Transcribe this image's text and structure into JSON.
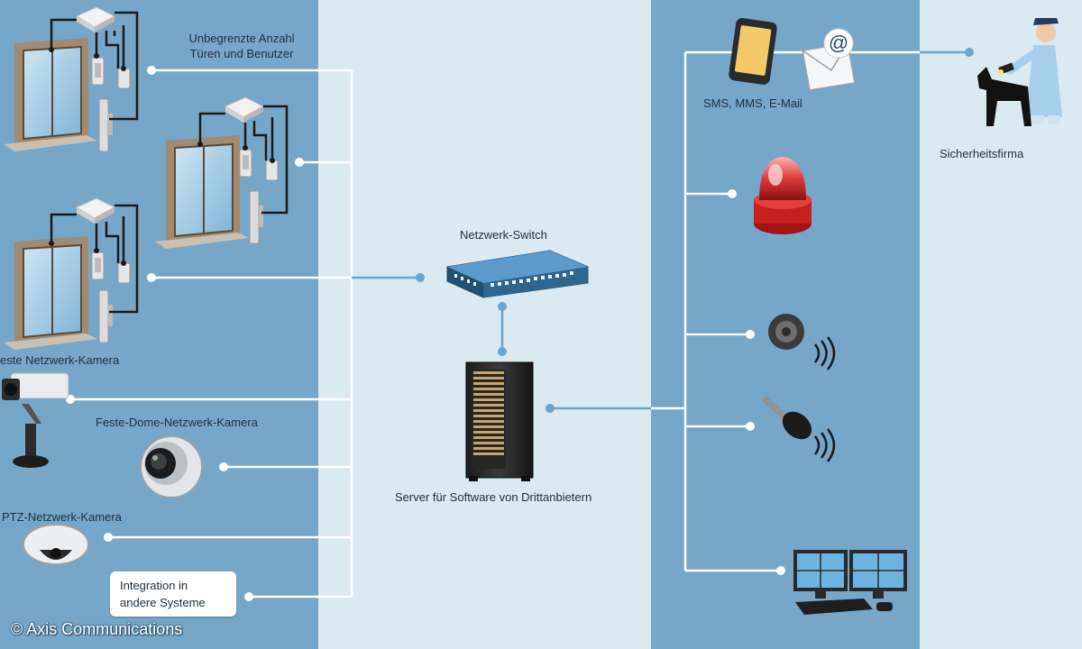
{
  "labels": {
    "doors": "Unbegrenzte Anzahl",
    "doors_line2": "Türen und Benutzer",
    "fixed_camera": "este Netzwerk-Kamera",
    "dome_camera": "Feste-Dome-Netzwerk-Kamera",
    "ptz_camera": "PTZ-Netzwerk-Kamera",
    "integration_line1": "Integration in",
    "integration_line2": "andere Systeme",
    "switch": "Netzwerk-Switch",
    "server": "Server für Software von Drittanbietern",
    "messaging": "SMS, MMS, E-Mail",
    "security_company": "Sicherheitsfirma"
  },
  "icons": {
    "door": "door-icon",
    "card_reader": "card-reader-icon",
    "controller": "door-controller-icon",
    "lock": "door-lock-icon",
    "fixed_camera": "fixed-camera-icon",
    "dome_camera": "dome-camera-icon",
    "ptz_camera": "ptz-camera-icon",
    "switch": "network-switch-icon",
    "server": "server-rack-icon",
    "phone": "smartphone-icon",
    "email": "email-envelope-icon",
    "siren": "siren-icon",
    "speaker": "speaker-icon",
    "microphone": "microphone-icon",
    "monitors": "monitors-icon",
    "guard": "security-guard-with-dog-icon"
  },
  "colors": {
    "band": "#76a7c9",
    "background": "#dbe9f1",
    "connector_light": "#ffffff",
    "connector_dark": "#6aa6cc",
    "siren_red": "#d8262a",
    "switch_blue": "#2f6d96"
  },
  "copyright": "© Axis Communications"
}
